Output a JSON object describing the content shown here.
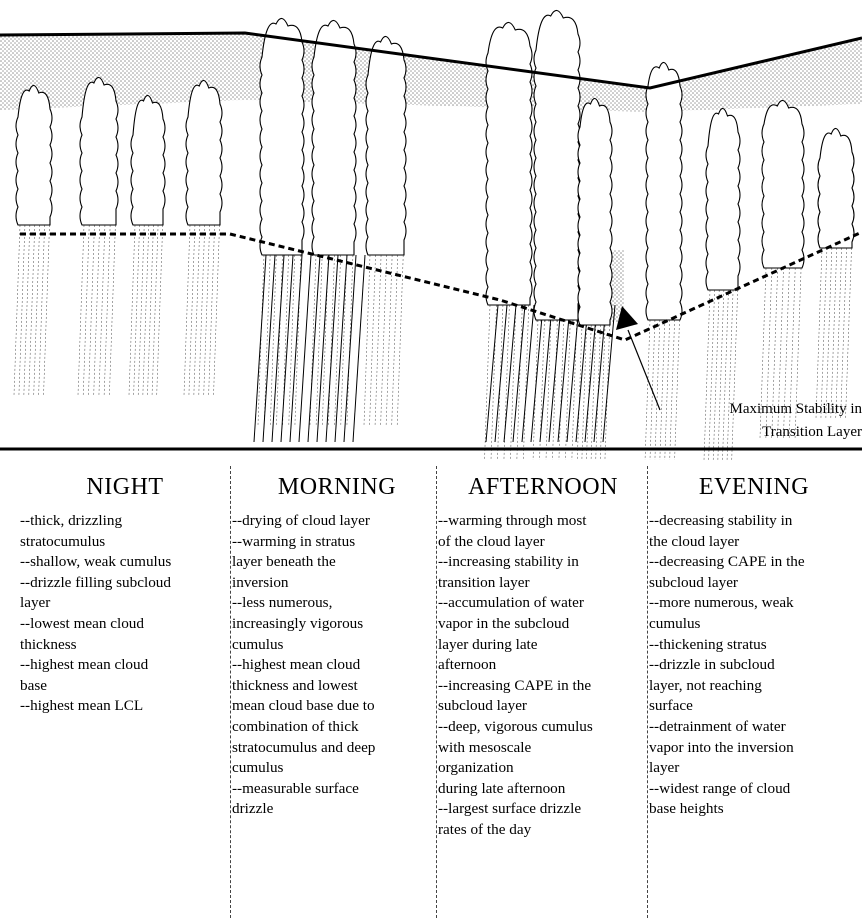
{
  "annotation": {
    "line1": "Maximum Stability in",
    "line2": "Transition Layer"
  },
  "columns": [
    {
      "title": "NIGHT",
      "lines": [
        "--thick, drizzling",
        " stratocumulus",
        "--shallow, weak cumulus",
        "--drizzle filling subcloud",
        " layer",
        "--lowest mean cloud",
        " thickness",
        "--highest mean cloud",
        " base",
        "--highest mean LCL"
      ]
    },
    {
      "title": "MORNING",
      "lines": [
        "--drying  of cloud layer",
        "--warming in stratus",
        " layer beneath the",
        " inversion",
        "--less numerous,",
        " increasingly vigorous",
        " cumulus",
        "--highest mean cloud",
        " thickness and lowest",
        " mean cloud base due to",
        " combination of thick",
        " stratocumulus and deep",
        " cumulus",
        "--measurable surface",
        " drizzle"
      ]
    },
    {
      "title": "AFTERNOON",
      "lines": [
        "--warming through most",
        " of the cloud layer",
        "--increasing stability in",
        " transition layer",
        "--accumulation of water",
        " vapor in the subcloud",
        " layer during late",
        " afternoon",
        "--increasing CAPE in the",
        " subcloud layer",
        "--deep, vigorous cumulus",
        " with mesoscale",
        " organization",
        " during late afternoon",
        "--largest surface drizzle",
        " rates of the day"
      ]
    },
    {
      "title": "EVENING",
      "lines": [
        "--decreasing stability in",
        " the cloud layer",
        "--decreasing CAPE in the",
        " subcloud layer",
        "--more numerous, weak",
        " cumulus",
        "--thickening stratus",
        "--drizzle in subcloud",
        " layer, not reaching",
        " surface",
        "--detrainment of water",
        " vapor into the inversion",
        " layer",
        "--widest range of cloud",
        " base heights"
      ]
    }
  ]
}
